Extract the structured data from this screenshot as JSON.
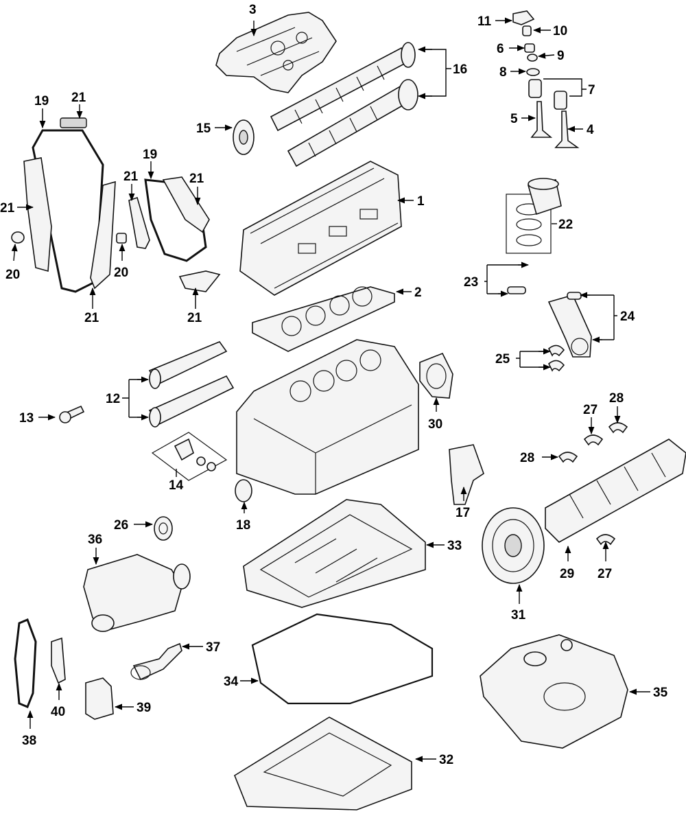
{
  "callouts": {
    "c1": "1",
    "c2": "2",
    "c3": "3",
    "c4": "4",
    "c5": "5",
    "c6": "6",
    "c7": "7",
    "c8": "8",
    "c9": "9",
    "c10": "10",
    "c11": "11",
    "c12": "12",
    "c13": "13",
    "c14": "14",
    "c15": "15",
    "c16": "16",
    "c17": "17",
    "c18": "18",
    "c19a": "19",
    "c19b": "19",
    "c20a": "20",
    "c20b": "20",
    "c21a": "21",
    "c21b": "21",
    "c21c": "21",
    "c21d": "21",
    "c21e": "21",
    "c21f": "21",
    "c22": "22",
    "c23": "23",
    "c24": "24",
    "c25": "25",
    "c26": "26",
    "c27a": "27",
    "c27b": "27",
    "c28a": "28",
    "c28b": "28",
    "c29": "29",
    "c30": "30",
    "c31": "31",
    "c32": "32",
    "c33": "33",
    "c34": "34",
    "c35": "35",
    "c36": "36",
    "c37": "37",
    "c38": "38",
    "c39": "39",
    "c40": "40"
  }
}
